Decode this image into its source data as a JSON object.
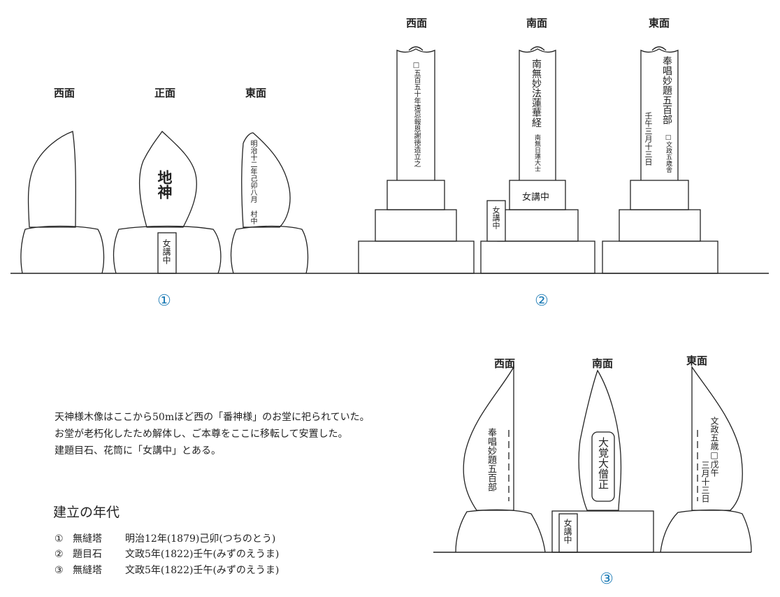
{
  "group1": {
    "labels": [
      "西面",
      "正面",
      "東面"
    ],
    "front_text": "地神",
    "front_box": "女講中",
    "east_text": "明治十二年己卯八月 村中",
    "number": "①"
  },
  "group2": {
    "labels": [
      "西面",
      "南面",
      "東面"
    ],
    "west_text": "□五百五十年遠忌報恩謝徳造立之",
    "south_main": "南無妙法蓮華経",
    "south_sub": "南無日蓮大士",
    "south_base": "女講中",
    "south_box": "女講中",
    "east_main": "奉唱妙題五百部",
    "east_sub1": "□文政五歳舎",
    "east_sub2": "壬午三月十三日",
    "number": "②"
  },
  "group3": {
    "labels": [
      "西面",
      "南面",
      "東面"
    ],
    "west_text": "奉唱妙題五百部",
    "south_text": "大覚大僧正",
    "south_box": "女講中",
    "east_text1": "文政五歳□戊午",
    "east_text2": "三月十三日",
    "number": "③"
  },
  "description": [
    "天神様木像はここから50mほど西の「番神様」のお堂に祀られていた。",
    "お堂が老朽化したため解体し、ご本尊をここに移転して安置した。",
    "建題目石、花筒に「女講中」とある。"
  ],
  "era": {
    "heading": "建立の年代",
    "rows": [
      {
        "num": "①",
        "type": "無縫塔",
        "date": "明治12年(1879)己卯(つちのとう)"
      },
      {
        "num": "②",
        "type": "題目石",
        "date": "文政5年(1822)壬午(みずのえうま)"
      },
      {
        "num": "③",
        "type": "無縫塔",
        "date": "文政5年(1822)壬午(みずのえうま)"
      }
    ]
  },
  "colors": {
    "number": "#1a7ab5",
    "line": "#222222"
  }
}
